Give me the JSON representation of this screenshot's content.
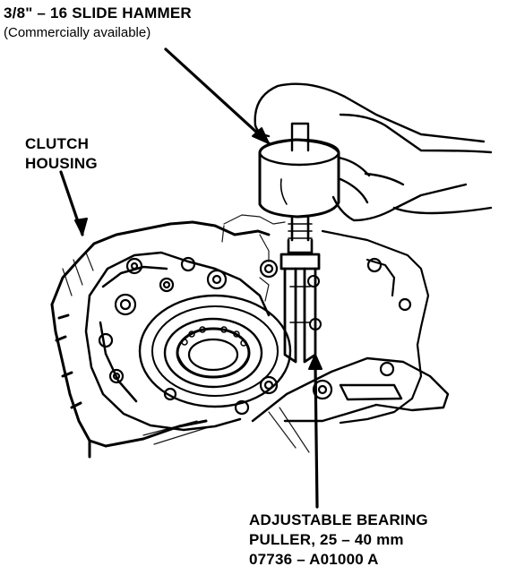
{
  "labels": {
    "slide_hammer_title": "3/8\" – 16 SLIDE HAMMER",
    "slide_hammer_note": "(Commercially available)",
    "clutch_housing_line1": "CLUTCH",
    "clutch_housing_line2": "HOUSING",
    "puller_line1": "ADJUSTABLE BEARING",
    "puller_line2": "PULLER, 25 – 40 mm",
    "puller_line3": "07736 – A01000 A"
  },
  "colors": {
    "ink": "#000000",
    "paper": "#ffffff"
  }
}
